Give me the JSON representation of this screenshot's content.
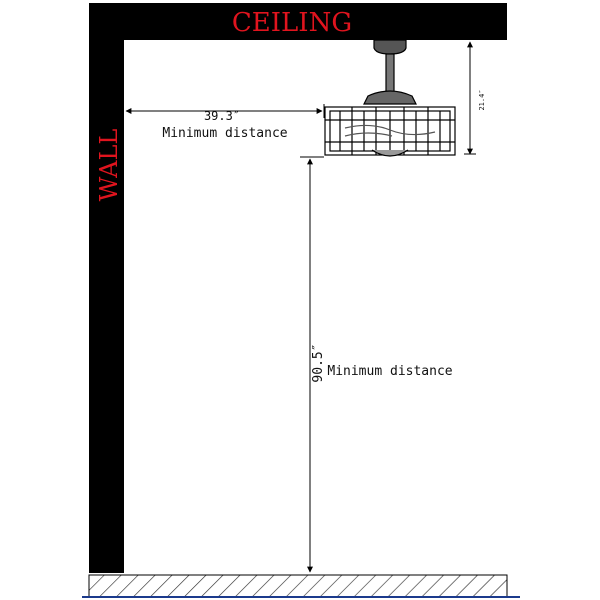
{
  "labels": {
    "ceiling": "CEILING",
    "wall": "WALL"
  },
  "dimensions": {
    "wall_distance": "39.3″",
    "wall_distance_note": "Minimum distance",
    "floor_distance": "90.5″",
    "floor_distance_note": "Minimum distance",
    "fan_height": "21.4″"
  },
  "colors": {
    "structure": "#000000",
    "label_red": "#e0141e",
    "floor_line": "#1b3a8c"
  }
}
